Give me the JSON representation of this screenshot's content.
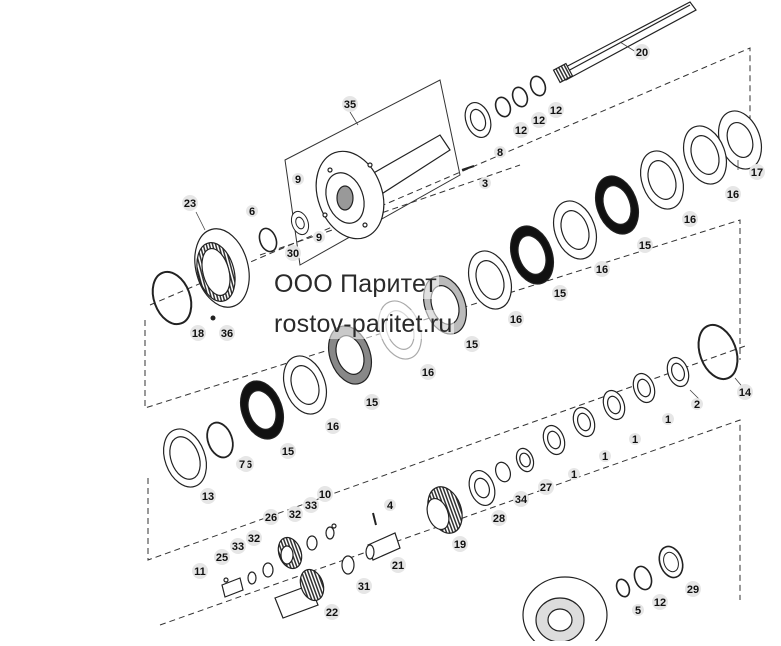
{
  "watermark": {
    "line1": "ООО Паритет",
    "line2": "rostov-paritet.ru"
  },
  "callouts": [
    {
      "label": "20"
    },
    {
      "label": "35"
    },
    {
      "label": "12"
    },
    {
      "label": "12"
    },
    {
      "label": "12"
    },
    {
      "label": "8"
    },
    {
      "label": "17"
    },
    {
      "label": "3"
    },
    {
      "label": "9"
    },
    {
      "label": "9"
    },
    {
      "label": "30"
    },
    {
      "label": "6"
    },
    {
      "label": "23"
    },
    {
      "label": "16"
    },
    {
      "label": "16"
    },
    {
      "label": "15"
    },
    {
      "label": "16"
    },
    {
      "label": "15"
    },
    {
      "label": "16"
    },
    {
      "label": "15"
    },
    {
      "label": "16"
    },
    {
      "label": "18"
    },
    {
      "label": "36"
    },
    {
      "label": "15"
    },
    {
      "label": "16"
    },
    {
      "label": "14"
    },
    {
      "label": "2"
    },
    {
      "label": "1"
    },
    {
      "label": "1"
    },
    {
      "label": "1"
    },
    {
      "label": "1"
    },
    {
      "label": "15"
    },
    {
      "label": "16"
    },
    {
      "label": "7"
    },
    {
      "label": "13"
    },
    {
      "label": "27"
    },
    {
      "label": "34"
    },
    {
      "label": "28"
    },
    {
      "label": "19"
    },
    {
      "label": "10"
    },
    {
      "label": "33"
    },
    {
      "label": "32"
    },
    {
      "label": "4"
    },
    {
      "label": "26"
    },
    {
      "label": "21"
    },
    {
      "label": "33"
    },
    {
      "label": "32"
    },
    {
      "label": "25"
    },
    {
      "label": "31"
    },
    {
      "label": "11"
    },
    {
      "label": "22"
    },
    {
      "label": "29"
    },
    {
      "label": "5"
    },
    {
      "label": "12"
    }
  ]
}
